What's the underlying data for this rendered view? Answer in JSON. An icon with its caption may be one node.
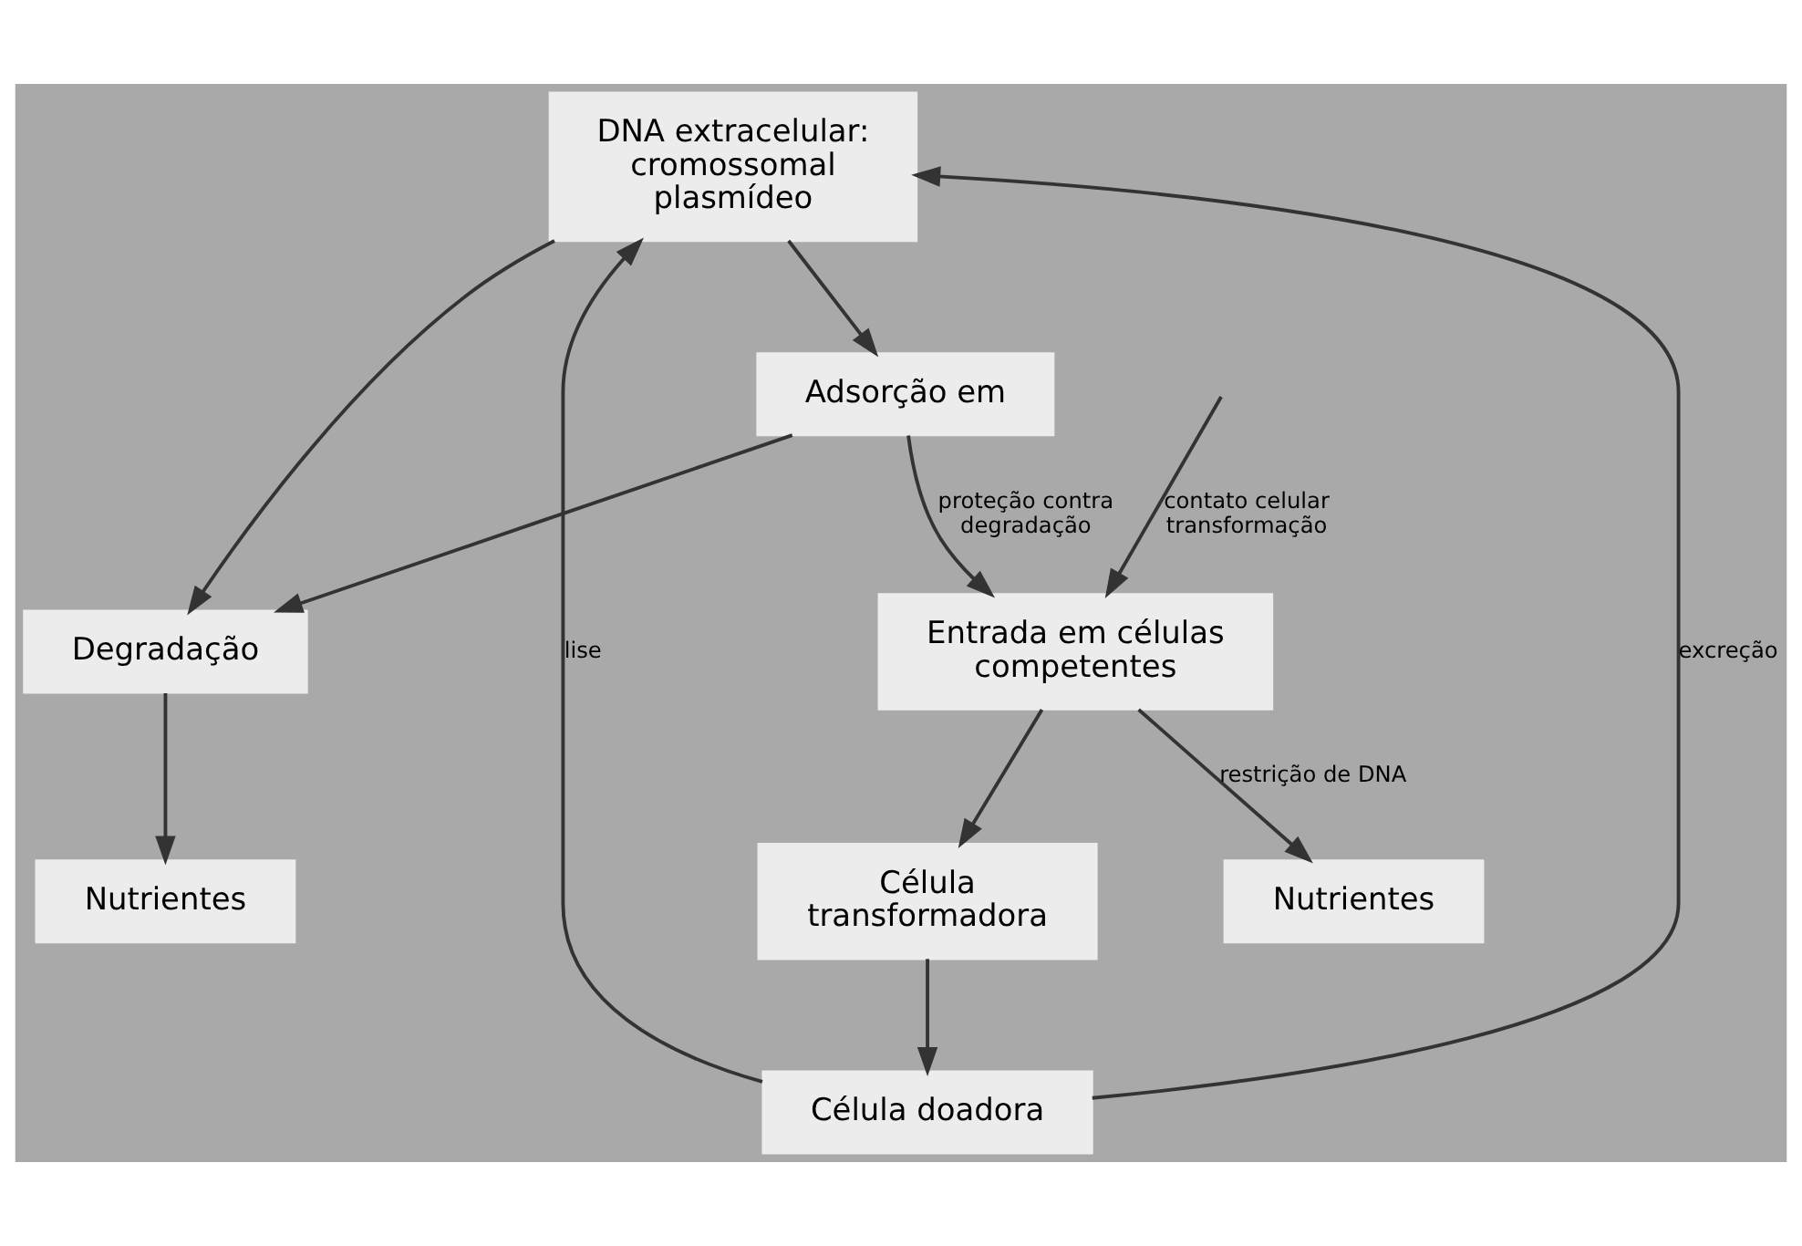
{
  "diagram": {
    "nodes": [
      {
        "text": [
          "Nutrientes"
        ]
      },
      {
        "text": [
          "Degradação"
        ]
      },
      {
        "text": [
          "DNA extracelular: cromossomal plasmídeo"
        ]
      },
      {
        "text": [
          "Célula doadora"
        ]
      },
      {
        "text": [
          "Adsorção em"
        ]
      },
      {
        "text": [
          "Entrada em células competentes"
        ]
      },
      {
        "text": [
          "Célula transformadora"
        ]
      },
      {
        "text": [
          "Nutrientes"
        ]
      }
    ],
    "edges": [
      {
        "from": 1,
        "to": 0,
        "arrow": "to"
      },
      {
        "from": 2,
        "to": 1,
        "arrow": "to"
      },
      {
        "from": 3,
        "to": 2,
        "arrow": "to",
        "label": "lise"
      },
      {
        "from": 3,
        "to": 2,
        "arrow": "to",
        "label": "excreção"
      },
      {
        "from": null,
        "to": 5,
        "arrow": "to",
        "label": "contato celular transformação"
      },
      {
        "from": 2,
        "to": 4,
        "arrow": "to"
      },
      {
        "from": 4,
        "to": 1,
        "arrow": "to"
      },
      {
        "from": 4,
        "to": 5,
        "arrow": "to",
        "label": "proteção contra degradação"
      },
      {
        "from": 5,
        "to": 6,
        "arrow": "to"
      },
      {
        "from": 6,
        "to": 3,
        "arrow": "to"
      },
      {
        "from": 5,
        "to": 7,
        "arrow": "to",
        "label": "restrição de DNA"
      }
    ]
  }
}
